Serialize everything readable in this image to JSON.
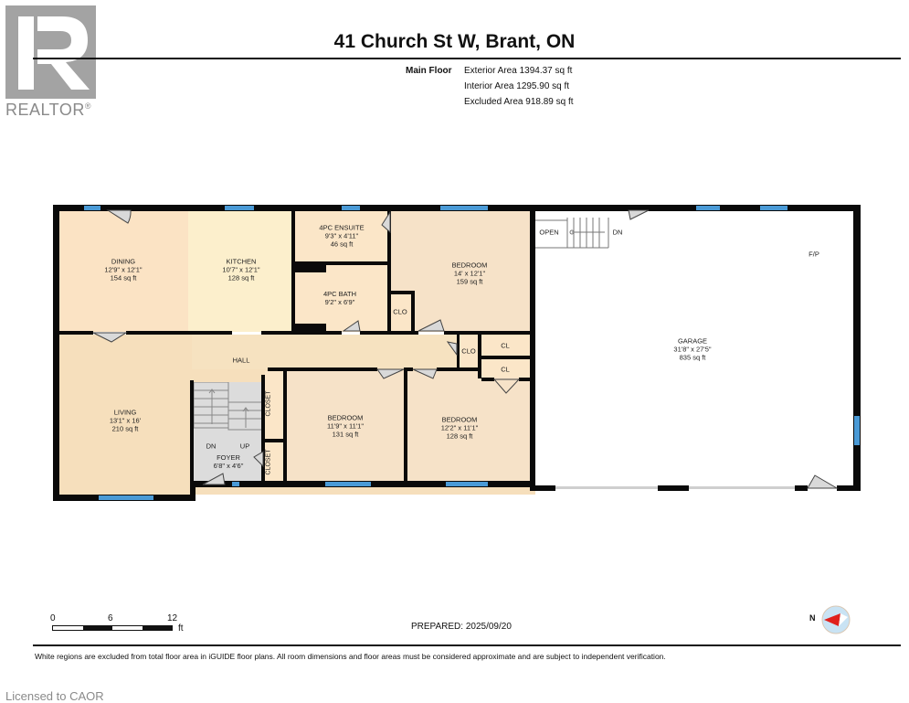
{
  "header": {
    "title": "41 Church St W, Brant, ON",
    "logo": {
      "icon": "realtor-r-icon",
      "text": "REALTOR",
      "mark": "®"
    }
  },
  "areas": {
    "floor_label": "Main Floor",
    "exterior": "Exterior Area 1394.37 sq ft",
    "interior": "Interior Area 1295.90 sq ft",
    "excluded": "Excluded Area 918.89 sq ft"
  },
  "rooms": {
    "dining": {
      "name": "DINING",
      "dims": "12'9\" x 12'1\"",
      "area": "154 sq ft",
      "color": "#fbe3c4"
    },
    "kitchen": {
      "name": "KITCHEN",
      "dims": "10'7\" x 12'1\"",
      "area": "128 sq ft",
      "color": "#fcefcc"
    },
    "ensuite": {
      "name": "4PC ENSUITE",
      "dims": "9'3\" x 4'11\"",
      "area": "46 sq ft",
      "color": "#fbe6c8"
    },
    "bath": {
      "name": "4PC BATH",
      "dims": "9'2\" x 6'9\"",
      "color": "#fbe6c8"
    },
    "bedroom1": {
      "name": "BEDROOM",
      "dims": "14' x 12'1\"",
      "area": "159 sq ft",
      "color": "#f6e2c8"
    },
    "bedroom2": {
      "name": "BEDROOM",
      "dims": "11'9\" x 11'1\"",
      "area": "131 sq ft",
      "color": "#f6e2c8"
    },
    "bedroom3": {
      "name": "BEDROOM",
      "dims": "12'2\" x 11'1\"",
      "area": "128 sq ft",
      "color": "#f6e2c8"
    },
    "living": {
      "name": "LIVING",
      "dims": "13'1\" x 16'",
      "area": "210 sq ft",
      "color": "#f6dfbc"
    },
    "hall": {
      "name": "HALL",
      "color": "#f6e2c0"
    },
    "foyer": {
      "name": "FOYER",
      "dims": "6'8\" x 4'6\"",
      "color": "#dcdcdc"
    },
    "garage": {
      "name": "GARAGE",
      "dims": "31'8\" x 27'5\"",
      "area": "835 sq ft",
      "color": "#ffffff"
    },
    "clo1": {
      "name": "CLO"
    },
    "clo2": {
      "name": "CLO"
    },
    "cl1": {
      "name": "CL"
    },
    "cl2": {
      "name": "CL"
    },
    "closet1": {
      "name": "CLOSET"
    },
    "closet2": {
      "name": "CLOSET"
    }
  },
  "stairs": {
    "open": "OPEN",
    "dn_garage": "DN",
    "dn_foyer": "DN",
    "up_foyer": "UP"
  },
  "fp_label": "F/P",
  "scale_bar": {
    "ticks": [
      "0",
      "6",
      "12"
    ],
    "unit": "ft"
  },
  "prepared": "PREPARED: 2025/09/20",
  "compass": {
    "label": "N",
    "icon": "compass-icon"
  },
  "disclaimer": "White regions are excluded from total floor area in iGUIDE floor plans. All room dimensions and floor areas must be considered approximate and are subject to independent verification.",
  "watermark": "Licensed to CAOR",
  "colors": {
    "wall": "#0a0a0a",
    "window": "#4a9ad6",
    "door": "#d9d9d9"
  }
}
